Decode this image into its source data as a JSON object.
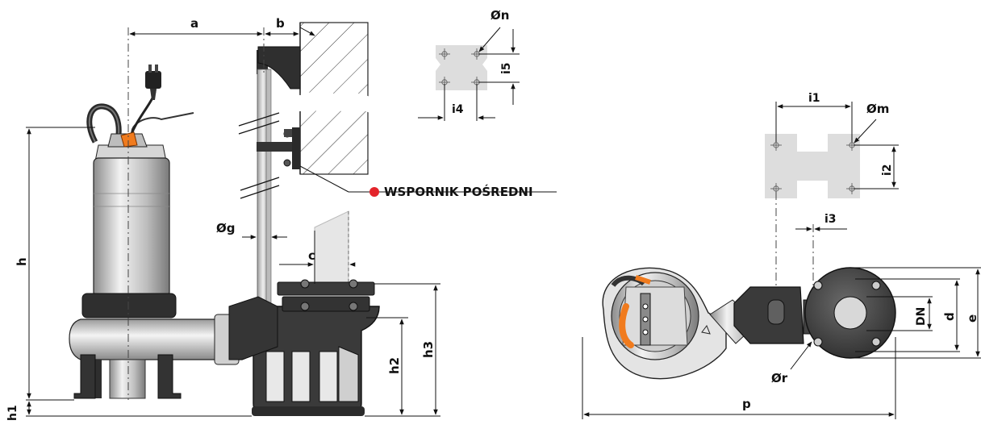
{
  "labels": {
    "a": "a",
    "b": "b",
    "c": "c",
    "g": "Øg",
    "h": "h",
    "h1": "h1",
    "h2": "h2",
    "h3": "h3",
    "n": "Øn",
    "i5": "i5",
    "i4": "i4",
    "i1": "i1",
    "m": "Øm",
    "i2": "i2",
    "i3": "i3",
    "DN": "DN",
    "d": "d",
    "e": "e",
    "r": "Ør",
    "p": "p"
  },
  "callout": {
    "text": "WSPORNIK POŚREDNI",
    "marker_color": "#e3242b"
  },
  "colors": {
    "pump_steel": "#c9c9c9",
    "pump_dark": "#3a3a3a",
    "template_gray": "#dddddd",
    "cable_orange": "#f07b1e"
  }
}
